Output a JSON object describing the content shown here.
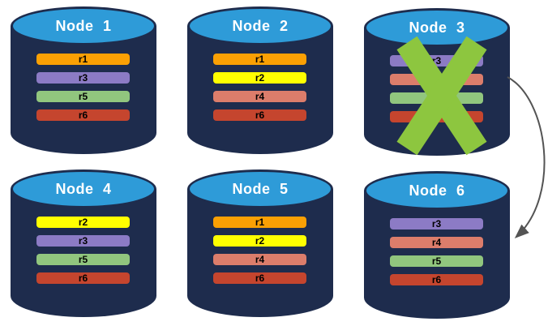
{
  "colors": {
    "cylinder_body": "#1E2C4D",
    "cylinder_top": "#2E9BD8",
    "failure_mark": "#8DC63F",
    "arrow": "#545454"
  },
  "connector": {
    "from": "Node 3",
    "to": "Node 6"
  },
  "nodes": [
    {
      "label": "Node 1",
      "replicas": [
        {
          "label": "r1",
          "color": "#FAA004"
        },
        {
          "label": "r3",
          "color": "#8C7BC5"
        },
        {
          "label": "r5",
          "color": "#91C67E"
        },
        {
          "label": "r6",
          "color": "#C5452E"
        }
      ]
    },
    {
      "label": "Node 2",
      "replicas": [
        {
          "label": "r1",
          "color": "#FAA004"
        },
        {
          "label": "r2",
          "color": "#FFFF00"
        },
        {
          "label": "r4",
          "color": "#DC7D6B"
        },
        {
          "label": "r6",
          "color": "#C5452E"
        }
      ]
    },
    {
      "label": "Node 3",
      "failed": true,
      "replicas": [
        {
          "label": "r3",
          "color": "#8C7BC5"
        },
        {
          "label": "",
          "color": "#DC7D6B"
        },
        {
          "label": "",
          "color": "#91C67E"
        },
        {
          "label": "",
          "color": "#C5452E"
        }
      ]
    },
    {
      "label": "Node 4",
      "replicas": [
        {
          "label": "r2",
          "color": "#FFFF00"
        },
        {
          "label": "r3",
          "color": "#8C7BC5"
        },
        {
          "label": "r5",
          "color": "#91C67E"
        },
        {
          "label": "r6",
          "color": "#C5452E"
        }
      ]
    },
    {
      "label": "Node 5",
      "replicas": [
        {
          "label": "r1",
          "color": "#FAA004"
        },
        {
          "label": "r2",
          "color": "#FFFF00"
        },
        {
          "label": "r4",
          "color": "#DC7D6B"
        },
        {
          "label": "r6",
          "color": "#C5452E"
        }
      ]
    },
    {
      "label": "Node 6",
      "replicas": [
        {
          "label": "r3",
          "color": "#8C7BC5"
        },
        {
          "label": "r4",
          "color": "#DC7D6B"
        },
        {
          "label": "r5",
          "color": "#91C67E"
        },
        {
          "label": "r6",
          "color": "#C5452E"
        }
      ]
    }
  ]
}
